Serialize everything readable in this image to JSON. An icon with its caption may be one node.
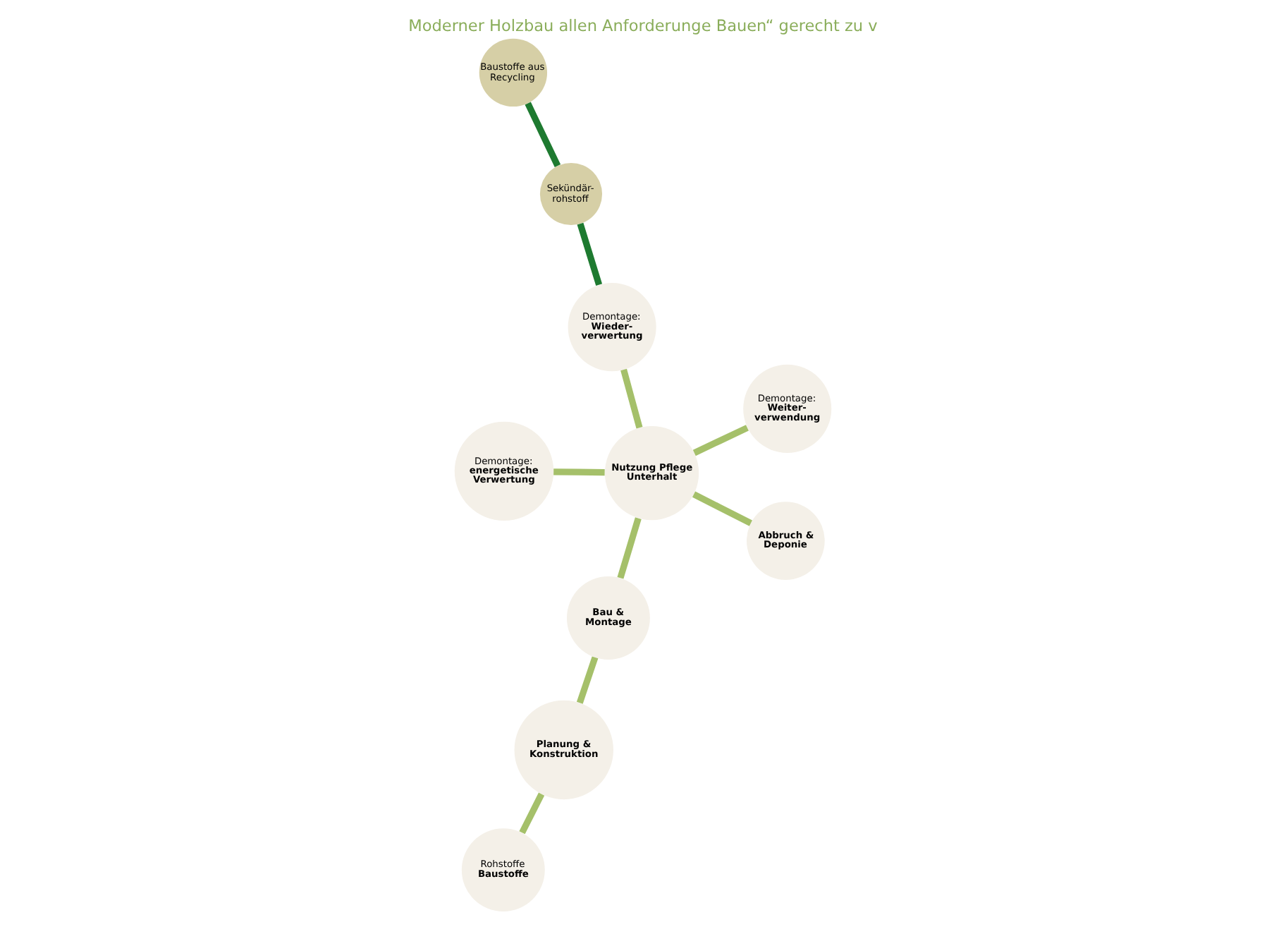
{
  "diagram": {
    "title": "Moderner Holzbau allen Anforderunge Bauen“ gerecht zu v",
    "nodes": [
      {
        "text": [
          "Rohstoffe",
          "Baustoffe"
        ]
      },
      {
        "text": [
          "Planung & Konstruktion"
        ]
      },
      {
        "text": [
          "Bau & Montage"
        ]
      },
      {
        "text": [
          "Nutzung Pflege Unterhalt"
        ]
      },
      {
        "text": [
          "Demontage:",
          "Wieder- verwertung"
        ]
      },
      {
        "text": [
          "Sekündär- rohstoff"
        ]
      },
      {
        "text": [
          "Baustoffe aus Recycling"
        ]
      },
      {
        "text": [
          "Demontage:",
          "Weiter- verwendung"
        ]
      },
      {
        "text": [
          "Demontage:",
          "energetische Verwertung"
        ]
      },
      {
        "text": [
          "Abbruch & Deponie"
        ]
      }
    ],
    "edges": [
      {
        "from": 0,
        "to": 1,
        "arrow": "none"
      },
      {
        "from": 1,
        "to": 2,
        "arrow": "none"
      },
      {
        "from": 2,
        "to": 3,
        "arrow": "none"
      },
      {
        "from": 3,
        "to": 4,
        "arrow": "none"
      },
      {
        "from": 4,
        "to": 5,
        "arrow": "none",
        "color": "#1e7a30"
      },
      {
        "from": 5,
        "to": 6,
        "arrow": "none",
        "color": "#1e7a30"
      },
      {
        "from": 3,
        "to": 7,
        "arrow": "none"
      },
      {
        "from": 3,
        "to": 8,
        "arrow": "none"
      },
      {
        "from": 3,
        "to": 9,
        "arrow": "none"
      }
    ]
  }
}
